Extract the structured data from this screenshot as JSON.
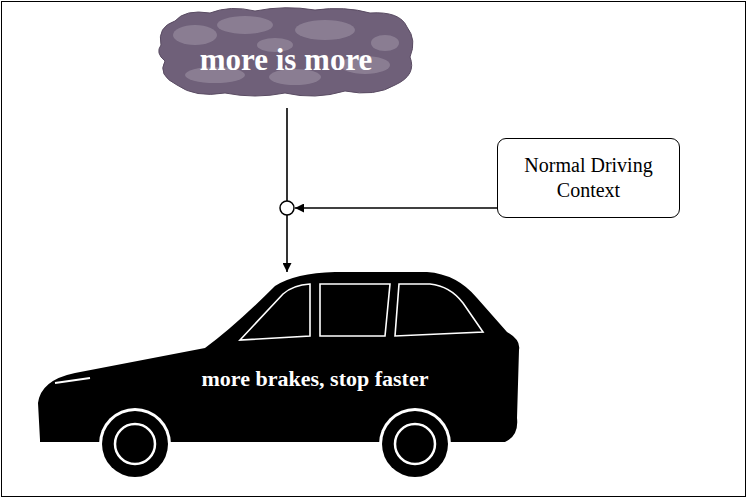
{
  "diagram": {
    "nodes": [
      {
        "text": [
          "more is more"
        ]
      },
      {
        "text": [
          "Normal Driving Context"
        ]
      },
      {
        "text": [
          "more brakes, stop faster"
        ]
      }
    ],
    "edges": [
      {
        "from": 0,
        "to": 2,
        "arrow": "to"
      },
      {
        "from": 1,
        "to": 2,
        "arrow": "to"
      }
    ]
  }
}
